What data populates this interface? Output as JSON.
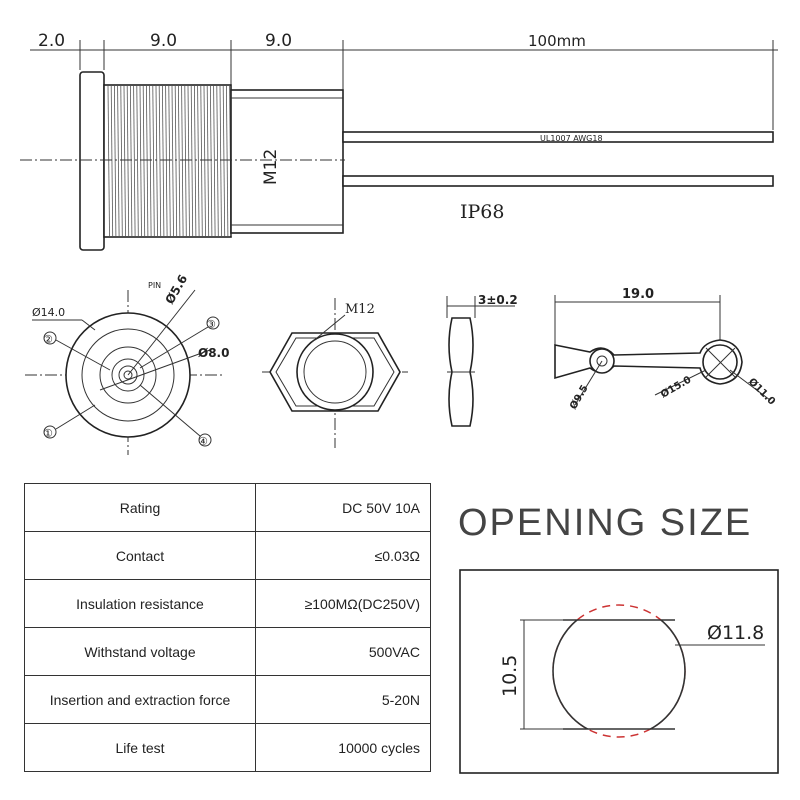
{
  "top_view": {
    "dim_flange": "2.0",
    "dim_thread": "9.0",
    "dim_body": "9.0",
    "dim_wire": "100mm",
    "thread_label": "M12",
    "wire_label": "UL1007 AWG18",
    "ip_rating": "IP68"
  },
  "front_view": {
    "outer_dia": "Ø14.0",
    "pin_label": "PIN",
    "pin_dia": "Ø5.6",
    "inner_dia": "Ø8.0",
    "callouts": [
      "①",
      "②",
      "③",
      "④"
    ]
  },
  "nut_view": {
    "thread_label": "M12"
  },
  "nut_side": {
    "thickness": "3±0.2"
  },
  "wrench_view": {
    "length": "19.0",
    "small_dia": "Ø9.5",
    "ring_outer": "Ø15.0",
    "ring_inner": "Ø11.0"
  },
  "specs": {
    "rows": [
      {
        "label": "Rating",
        "value": "DC 50V 10A"
      },
      {
        "label": "Contact",
        "value": "≤0.03Ω"
      },
      {
        "label": "Insulation resistance",
        "value": "≥100MΩ(DC250V)"
      },
      {
        "label": "Withstand voltage",
        "value": "500VAC"
      },
      {
        "label": "Insertion and extraction force",
        "value": "5-20N"
      },
      {
        "label": "Life test",
        "value": "10000 cycles"
      }
    ]
  },
  "opening": {
    "title": "OPENING SIZE",
    "diameter": "Ø11.8",
    "flat_width": "10.5"
  }
}
